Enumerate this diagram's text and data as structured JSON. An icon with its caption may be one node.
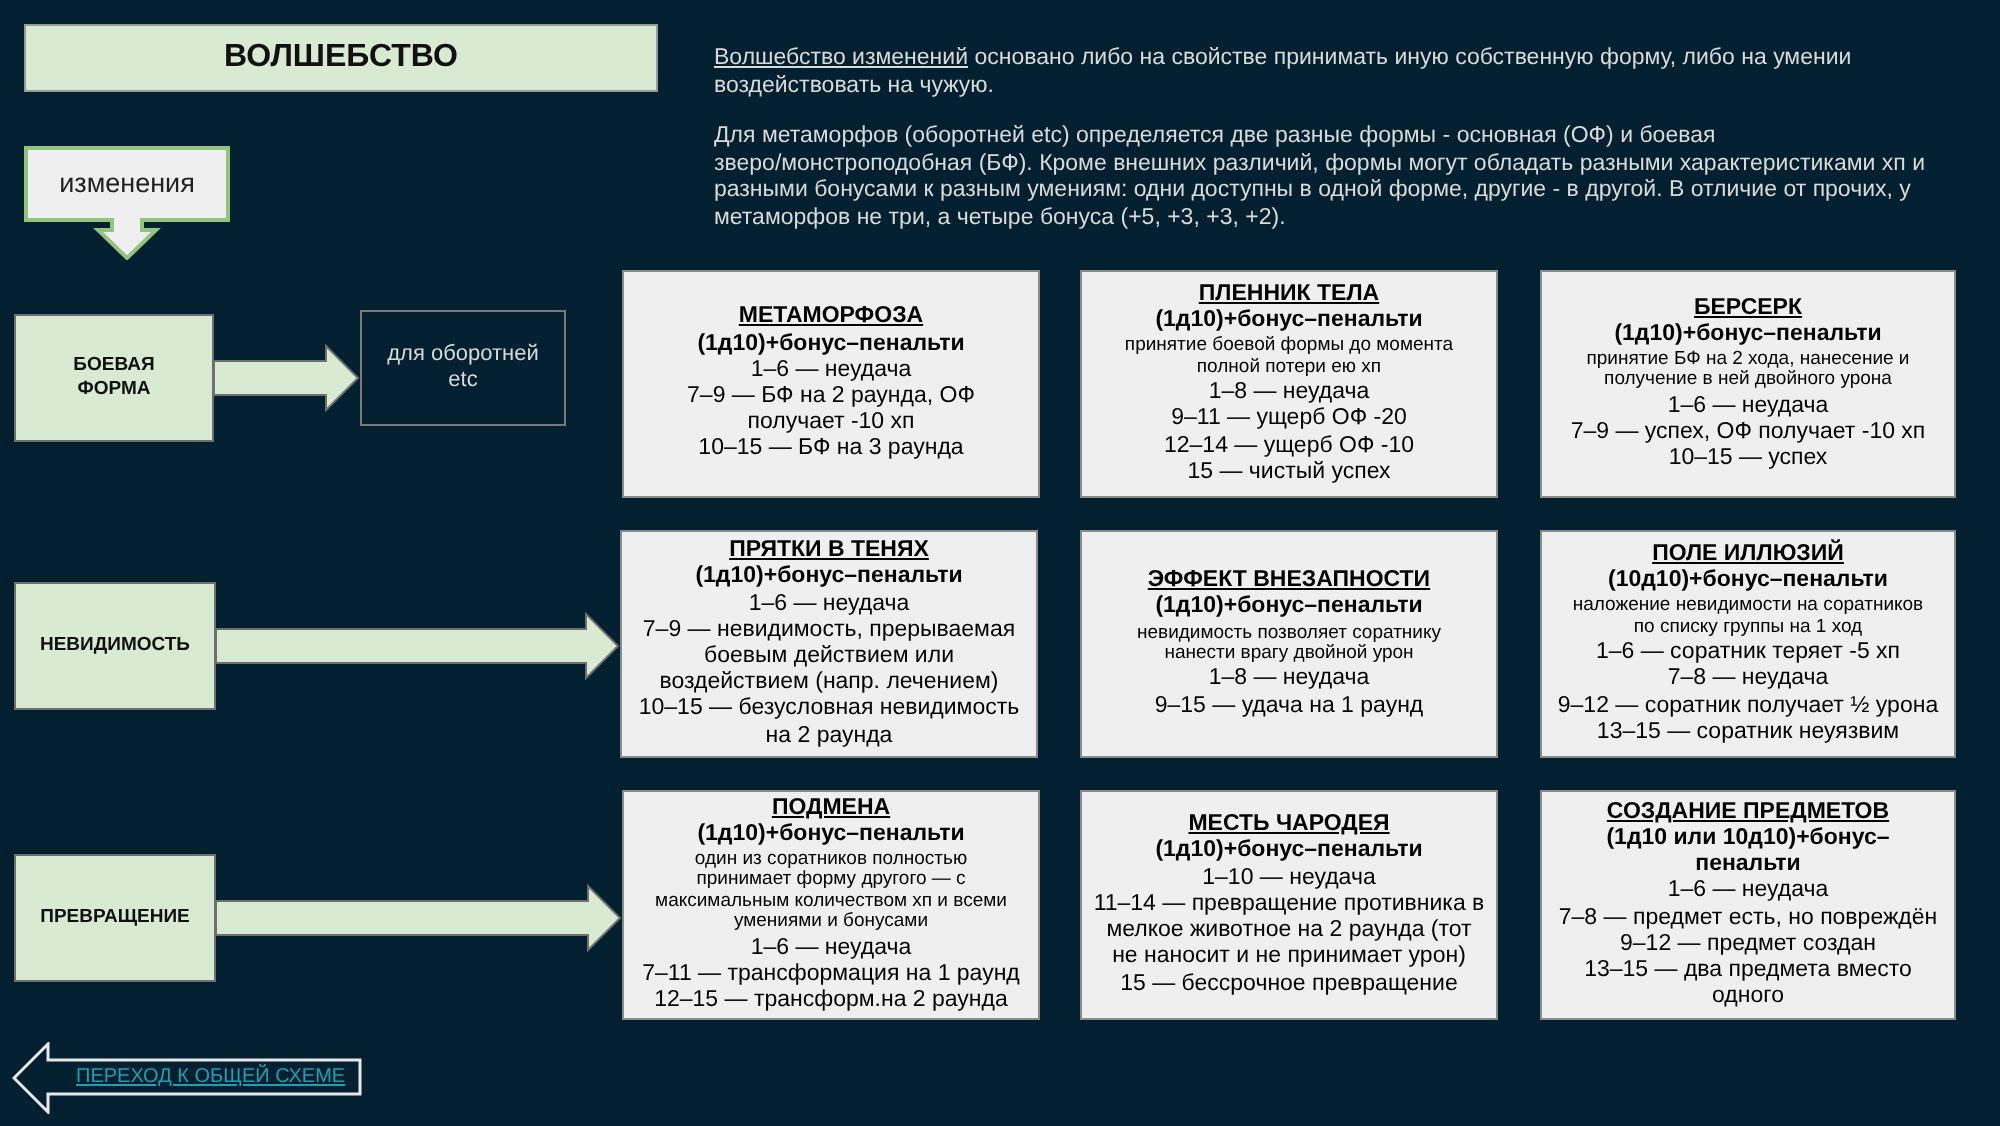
{
  "diagram": {
    "title": "ВОЛШЕБСТВО",
    "nodes": [
      {
        "text": [
          "изменения"
        ]
      },
      {
        "text": [
          "БОЕВАЯ ФОРМА"
        ]
      },
      {
        "text": [
          "для оборотней etc"
        ]
      },
      {
        "text": [
          "МЕТАМОРФОЗА",
          "(1д10)+бонус–пенальти",
          "1–6 — неудача",
          "7–9 — БФ на 2 раунда, ОФ получает -10 хп",
          "10–15 — БФ на 3 раунда"
        ]
      },
      {
        "text": [
          "ПЛЕННИК ТЕЛА",
          "(1д10)+бонус–пенальти",
          "принятие боевой формы до момента полной потери ею хп",
          "1–8 — неудача",
          "9–11 — ущерб ОФ -20",
          "12–14 — ущерб ОФ -10",
          "15 — чистый успех"
        ]
      },
      {
        "text": [
          "БЕРСЕРК",
          "(1д10)+бонус–пенальти",
          "принятие БФ на 2 хода, нанесение и получение в ней двойного урона",
          "1–6 — неудача",
          "7–9 — успех, ОФ получает -10 хп",
          "10–15 — успех"
        ]
      },
      {
        "text": [
          "НЕВИДИМОСТЬ"
        ]
      },
      {
        "text": [
          "ПРЯТКИ В ТЕНЯХ",
          "(1д10)+бонус–пенальти",
          "1–6 — неудача",
          "7–9 — невидимость, прерываемая боевым действием или воздействием (напр. лечением)",
          "10–15 — безусловная невидимость на 2 раунда"
        ]
      },
      {
        "text": [
          "ЭФФЕКТ ВНЕЗАПНОСТИ",
          "(1д10)+бонус–пенальти",
          "невидимость позволяет соратнику нанести врагу двойной урон",
          "1–8 — неудача",
          "9–15 — удача на 1 раунд"
        ]
      },
      {
        "text": [
          "ПОЛЕ ИЛЛЮЗИЙ",
          "(10д10)+бонус–пенальти",
          "наложение невидимости на соратников по списку группы на 1 ход",
          "1–6 — соратник теряет -5 хп",
          "7–8 — неудача",
          "9–12 — соратник получает ½ урона",
          "13–15 — соратник неуязвим"
        ]
      },
      {
        "text": [
          "ПРЕВРАЩЕНИЕ"
        ]
      },
      {
        "text": [
          "ПОДМЕНА",
          "(1д10)+бонус–пенальти",
          "один из соратников полностью принимает форму другого — с максимальным количеством хп и всеми умениями и бонусами",
          "1–6 — неудача",
          "7–11 — трансформация на 1 раунд",
          "12–15 — трансформ.на 2 раунда"
        ]
      },
      {
        "text": [
          "МЕСТЬ ЧАРОДЕЯ",
          "(1д10)+бонус–пенальти",
          "1–10 — неудача",
          "11–14 — превращение противника в мелкое животное на 2 раунда (тот не наносит и не принимает урон)",
          "15 — бессрочное превращение"
        ]
      },
      {
        "text": [
          "СОЗДАНИЕ ПРЕДМЕТОВ",
          "(1д10 или 10д10)+бонус–пенальти",
          "1–6 — неудача",
          "7–8 — предмет есть, но повреждён",
          "9–12 — предмет создан",
          "13–15 — два предмета вместо одного"
        ]
      },
      {
        "text": [
          "ПЕРЕХОД К ОБЩЕЙ СХЕМЕ"
        ]
      }
    ],
    "edges": [
      {
        "from": 1,
        "to": 2,
        "arrow": "to"
      },
      {
        "from": 6,
        "to": 7,
        "arrow": "to"
      },
      {
        "from": 10,
        "to": 11,
        "arrow": "to"
      }
    ],
    "labels": [
      "Волшебство изменений",
      "основано либо на свойстве принимать иную собственную форму, либо на умении воздействовать на чужую.",
      "Для метаморфов (оборотней etc) определяется две разные формы - основная (ОФ) и боевая зверо/монстроподобная (БФ). Кроме внешних различий, формы могут обладать разными характеристиками хп и разными бонусами к разным умениям: одни доступны в одной форме, другие - в другой. В отличие от прочих, у метаморфов не три, а четыре бонуса (+5, +3, +3, +2)."
    ]
  }
}
